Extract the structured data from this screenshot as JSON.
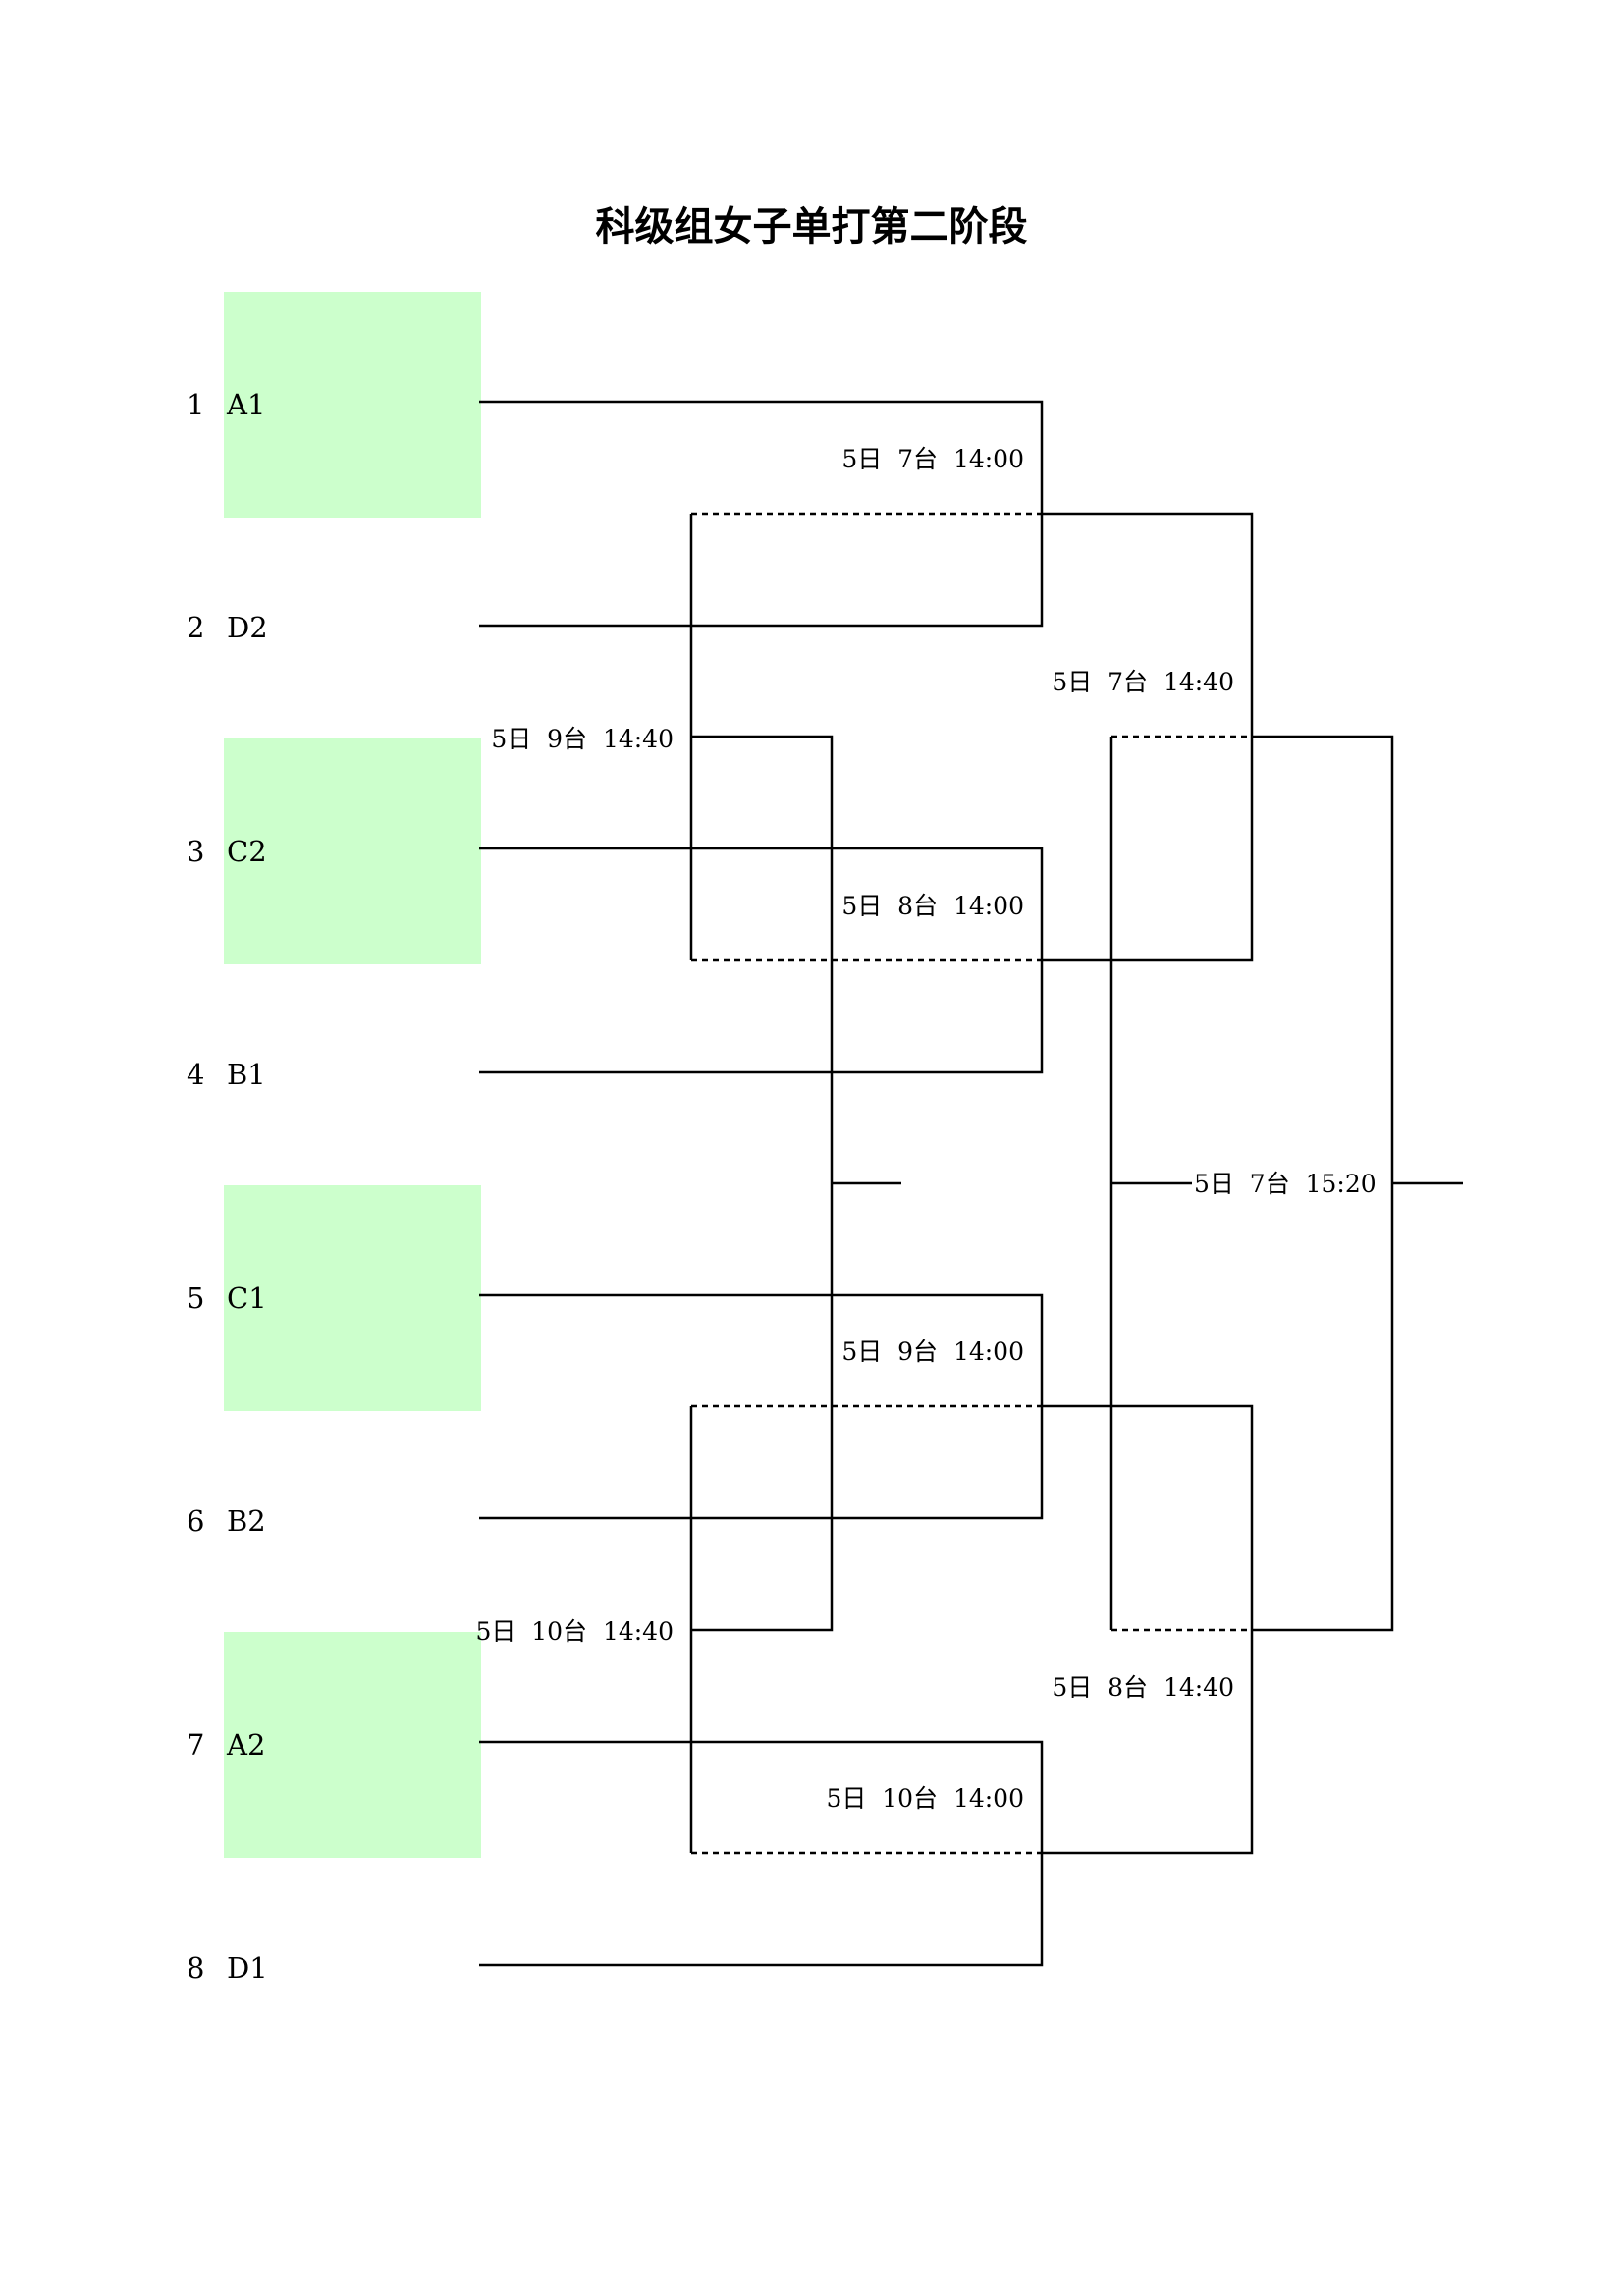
{
  "title": "科级组女子单打第二阶段",
  "entries": [
    {
      "seed": "1",
      "team": "A1"
    },
    {
      "seed": "2",
      "team": "D2"
    },
    {
      "seed": "3",
      "team": "C2"
    },
    {
      "seed": "4",
      "team": "B1"
    },
    {
      "seed": "5",
      "team": "C1"
    },
    {
      "seed": "6",
      "team": "B2"
    },
    {
      "seed": "7",
      "team": "A2"
    },
    {
      "seed": "8",
      "team": "D1"
    }
  ],
  "schedule": [
    "5日  7台  14:00",
    "5日  8台  14:00",
    "5日  9台  14:00",
    "5日  10台  14:00",
    "5日  7台  14:40",
    "5日  8台  14:40",
    "5日  9台  14:40",
    "5日  10台  14:40",
    "5日  7台  15:20"
  ],
  "colors": {
    "highlight": "#ccffcc",
    "line": "#000000"
  }
}
